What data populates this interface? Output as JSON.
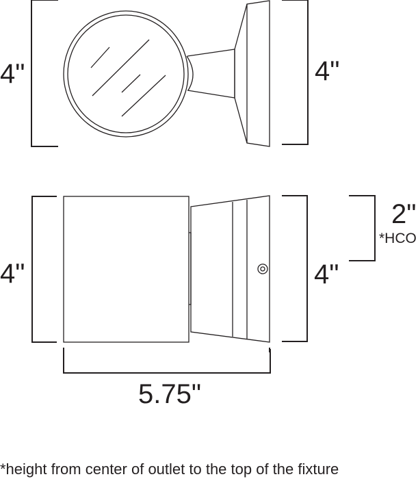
{
  "top_view": {
    "left_height_label": "4\"",
    "right_height_label": "4\""
  },
  "side_view": {
    "left_height_label": "4\"",
    "right_height_label": "4\"",
    "hco_value_label": "2\"",
    "hco_tag": "*HCO",
    "width_label": "5.75\""
  },
  "footnote": "*height from center of outlet to the top of the fixture"
}
